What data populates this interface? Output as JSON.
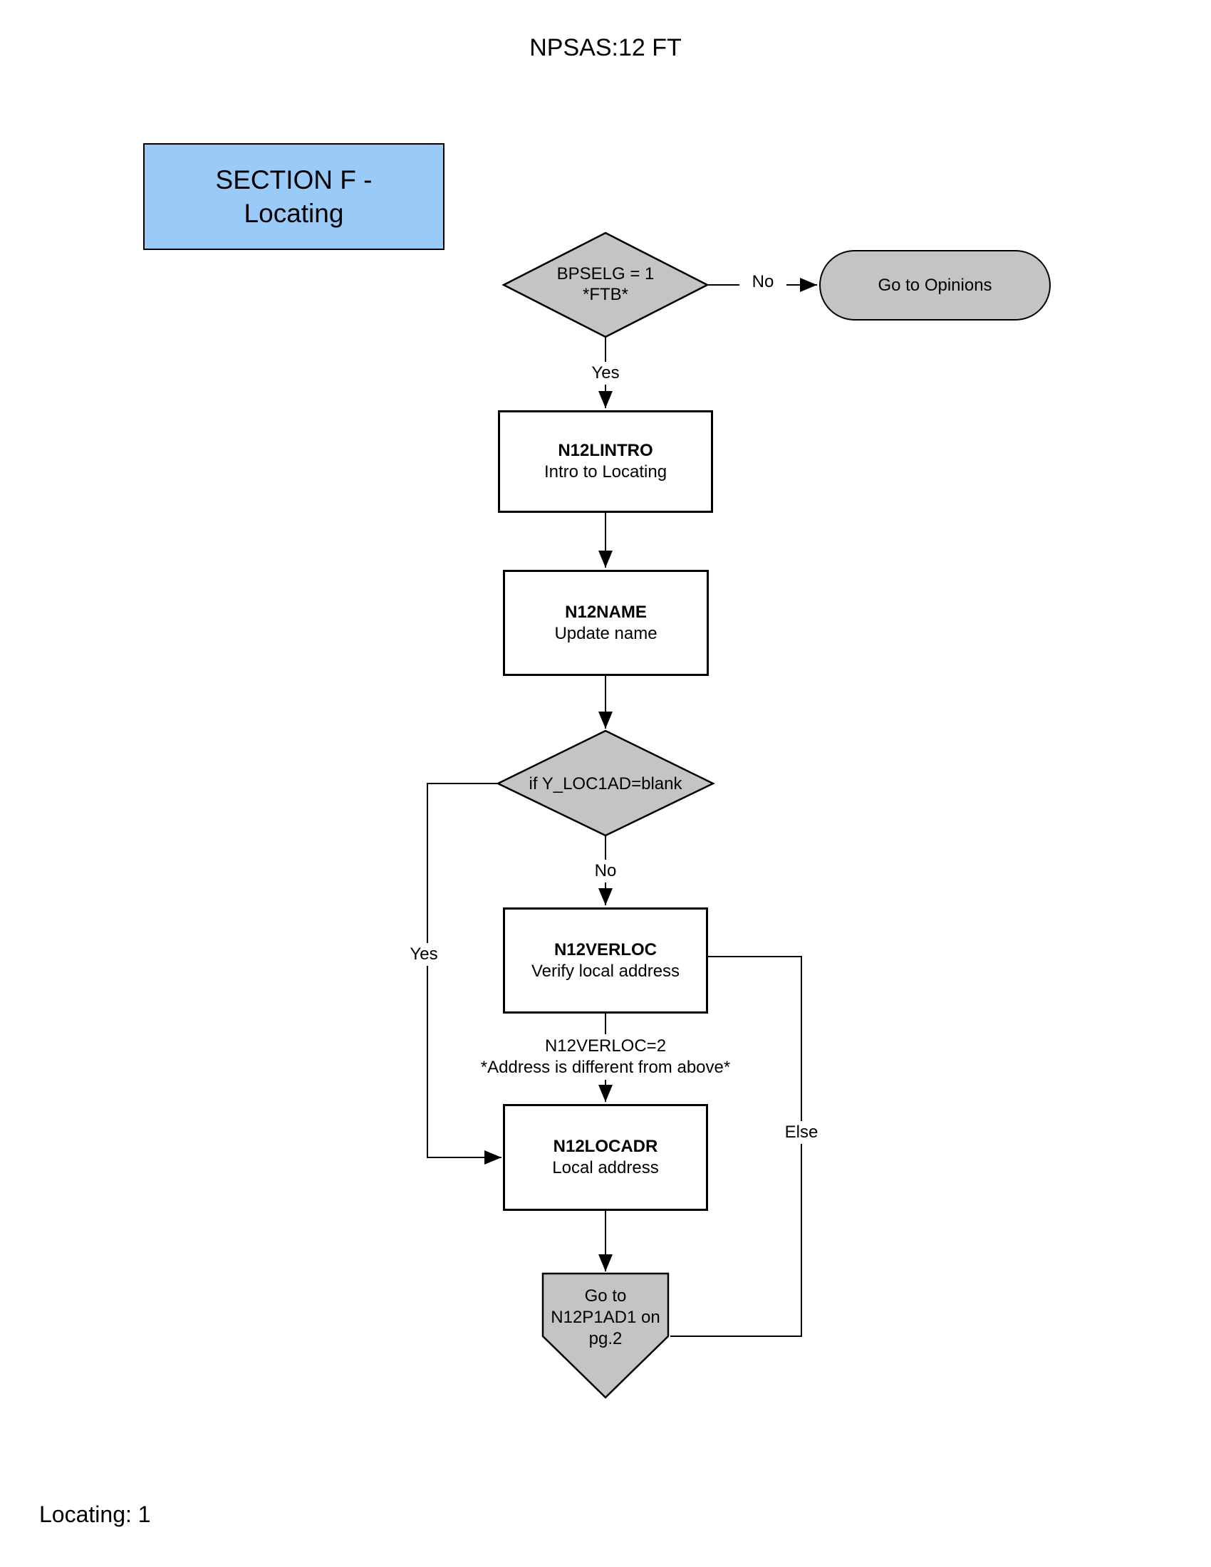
{
  "page": {
    "title": "NPSAS:12 FT",
    "footer": "Locating: 1"
  },
  "section_header": {
    "line1": "SECTION F -",
    "line2": "Locating"
  },
  "nodes": {
    "decision_bpselg": {
      "line1": "BPSELG = 1",
      "line2": "*FTB*"
    },
    "terminator_opinions": {
      "label": "Go to Opinions"
    },
    "process_n12lintro": {
      "title": "N12LINTRO",
      "subtitle": "Intro to Locating"
    },
    "process_n12name": {
      "title": "N12NAME",
      "subtitle": "Update name"
    },
    "decision_yloc1ad": {
      "label": "if Y_LOC1AD=blank"
    },
    "process_n12verloc": {
      "title": "N12VERLOC",
      "subtitle": "Verify local address"
    },
    "process_n12locadr": {
      "title": "N12LOCADR",
      "subtitle": "Local address"
    },
    "offpage_n12p1ad1": {
      "line1": "Go to",
      "line2": "N12P1AD1 on",
      "line3": "pg.2"
    }
  },
  "edge_labels": {
    "bpselg_no": "No",
    "bpselg_yes": "Yes",
    "yloc1ad_no": "No",
    "yloc1ad_yes": "Yes",
    "verloc_else": "Else",
    "verloc_condition_line1": "N12VERLOC=2",
    "verloc_condition_line2": "*Address is different from above*"
  },
  "colors": {
    "decision_fill": "#C4C4C4",
    "terminator_fill": "#C4C4C4",
    "offpage_fill": "#C4C4C4",
    "section_fill": "#9ACAF8",
    "line_color": "#000000"
  }
}
